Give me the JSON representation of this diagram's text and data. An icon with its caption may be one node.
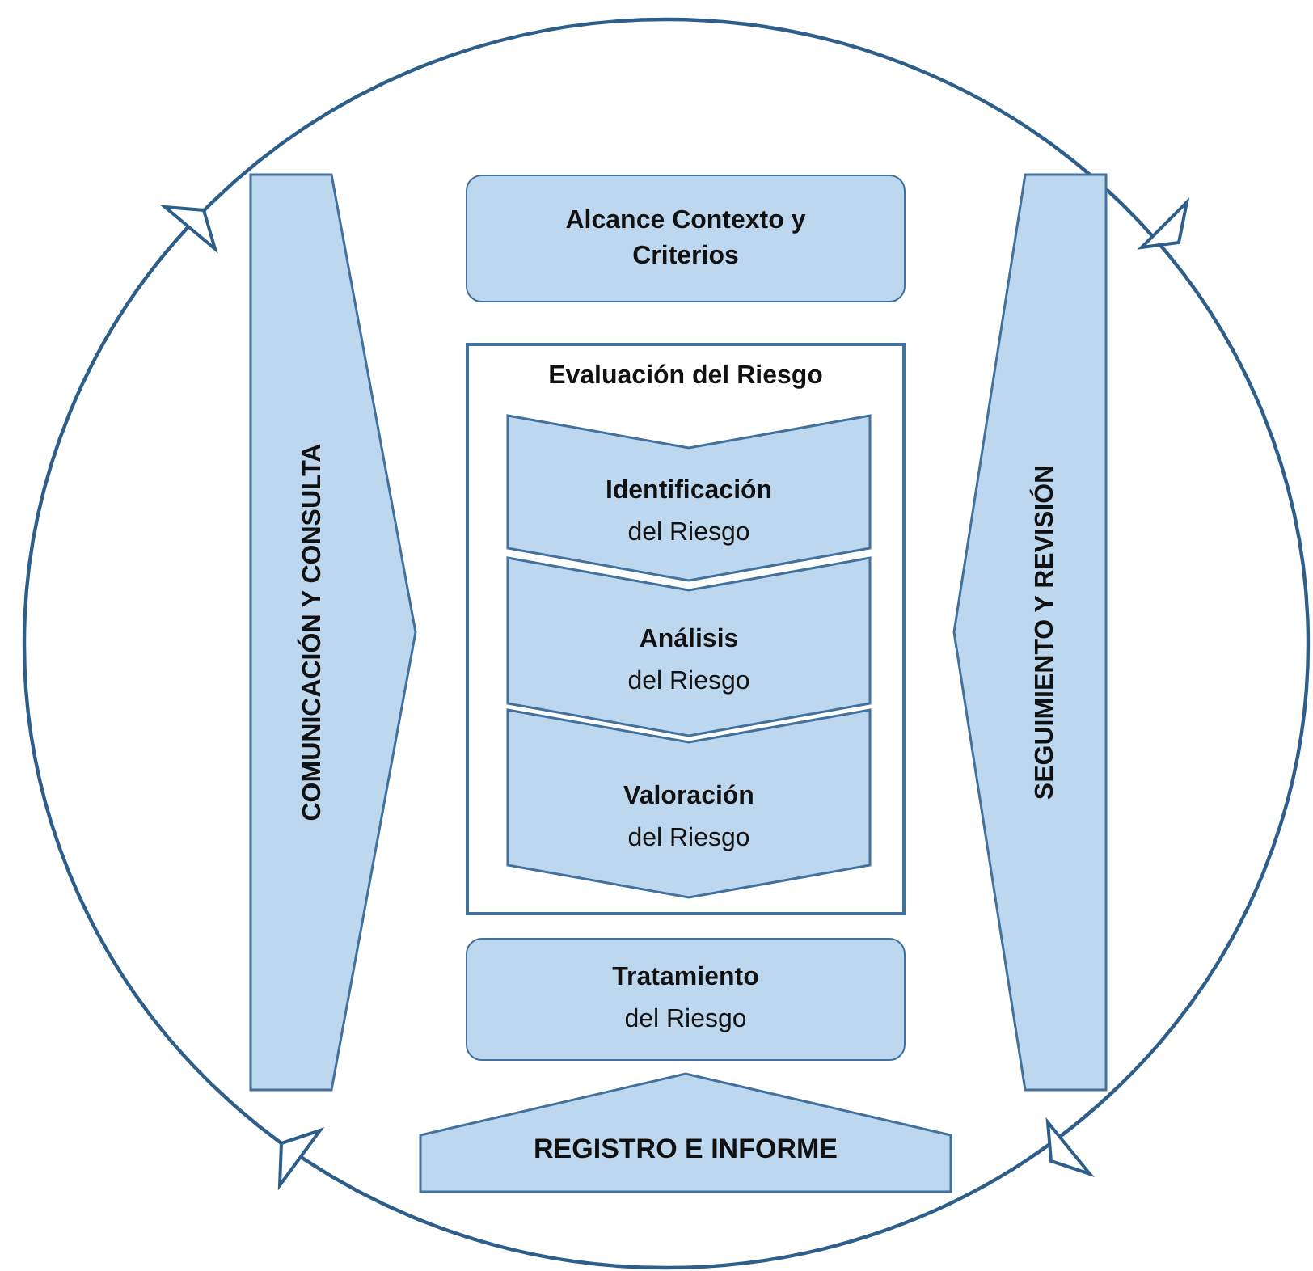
{
  "diagram": {
    "nodes": [
      {
        "text": [
          "Alcance Contexto y Criterios"
        ]
      },
      {
        "text": [
          "Evaluación del Riesgo"
        ]
      },
      {
        "text": [
          "Identificación",
          "del Riesgo"
        ],
        "in": 1
      },
      {
        "text": [
          "Análisis",
          "del Riesgo"
        ],
        "in": 1
      },
      {
        "text": [
          "Valoración",
          "del Riesgo"
        ],
        "in": 1
      },
      {
        "text": [
          "Tratamiento",
          "del Riesgo"
        ]
      },
      {
        "text": [
          "REGISTRO E INFORME"
        ]
      },
      {
        "text": [
          "COMUNICACIÓN Y CONSULTA"
        ]
      },
      {
        "text": [
          "SEGUIMIENTO Y REVISIÓN"
        ]
      }
    ]
  }
}
